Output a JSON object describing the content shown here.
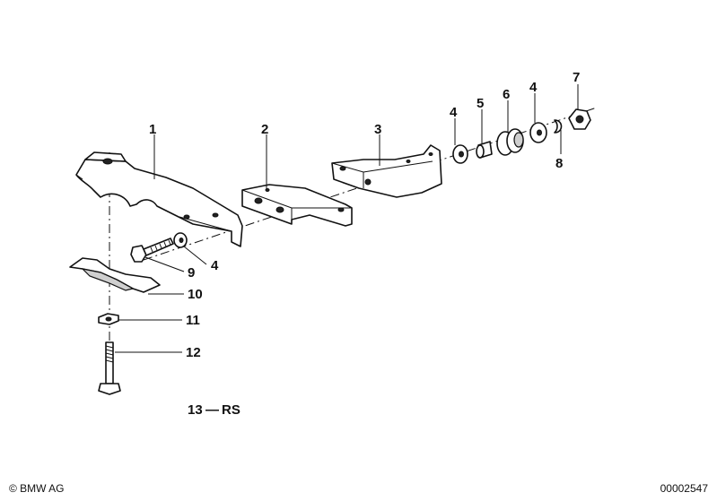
{
  "callouts": {
    "c1": "1",
    "c2": "2",
    "c3": "3",
    "c4a": "4",
    "c5": "5",
    "c6": "6",
    "c4b": "4",
    "c7": "7",
    "c8": "8",
    "c4c": "4",
    "c9": "9",
    "c10": "10",
    "c11": "11",
    "c12": "12"
  },
  "legend": {
    "number": "13",
    "dash": "—",
    "code": "RS"
  },
  "footer": {
    "copyright": "© BMW AG",
    "diagram_id": "00002547"
  }
}
